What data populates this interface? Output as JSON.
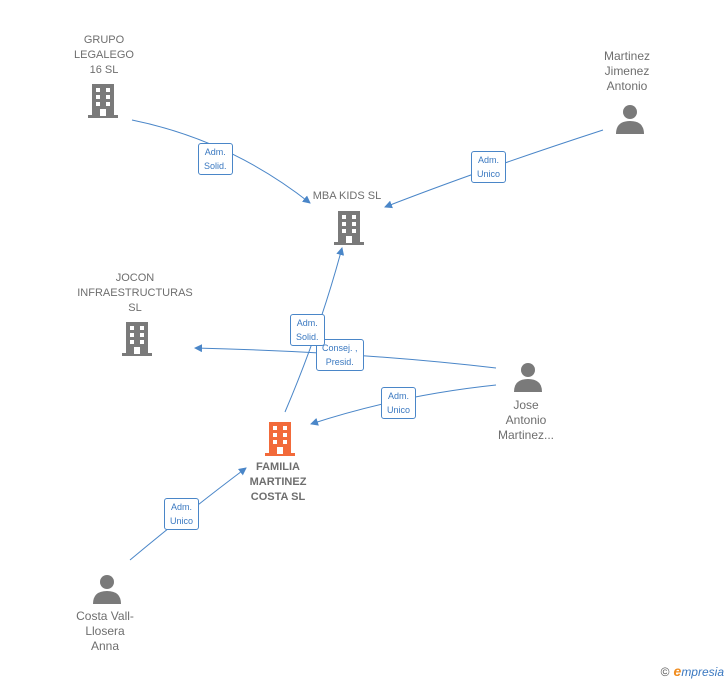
{
  "nodes": {
    "grupo_legalego": {
      "label_lines": [
        "GRUPO",
        "LEGALEGO",
        "16  SL"
      ]
    },
    "mba_kids": {
      "label_lines": [
        "MBA KIDS  SL"
      ]
    },
    "martinez_jimenez": {
      "label_lines": [
        "Martinez",
        "Jimenez",
        "Antonio"
      ]
    },
    "jocon": {
      "label_lines": [
        "JOCON",
        "INFRAESTRUCTURAS",
        "SL"
      ]
    },
    "familia_martinez": {
      "label_lines": [
        "FAMILIA",
        "MARTINEZ",
        "COSTA  SL"
      ]
    },
    "jose_antonio": {
      "label_lines": [
        "Jose",
        "Antonio",
        "Martinez..."
      ]
    },
    "costa_vall": {
      "label_lines": [
        "Costa Vall-",
        "Llosera",
        "Anna"
      ]
    }
  },
  "edges": [
    {
      "from": "grupo_legalego",
      "to": "mba_kids",
      "label_lines": [
        "Adm.",
        "Solid."
      ]
    },
    {
      "from": "martinez_jimenez",
      "to": "mba_kids",
      "label_lines": [
        "Adm.",
        "Unico"
      ]
    },
    {
      "from": "familia_martinez",
      "to": "mba_kids",
      "label_lines": [
        "Adm.",
        "Solid."
      ]
    },
    {
      "from": "jose_antonio",
      "to": "jocon",
      "label_lines": [
        "Consej. ,",
        "Presid."
      ]
    },
    {
      "from": "jose_antonio",
      "to": "familia_martinez",
      "label_lines": [
        "Adm.",
        "Unico"
      ]
    },
    {
      "from": "costa_vall",
      "to": "familia_martinez",
      "label_lines": [
        "Adm.",
        "Unico"
      ]
    }
  ],
  "colors": {
    "edge": "#4a86c8",
    "company_icon": "#7a7a7a",
    "focus_company_icon": "#f26a3a",
    "person_icon": "#7a7a7a"
  },
  "brand": {
    "copyright": "©",
    "initial": "e",
    "rest": "mpresia"
  }
}
